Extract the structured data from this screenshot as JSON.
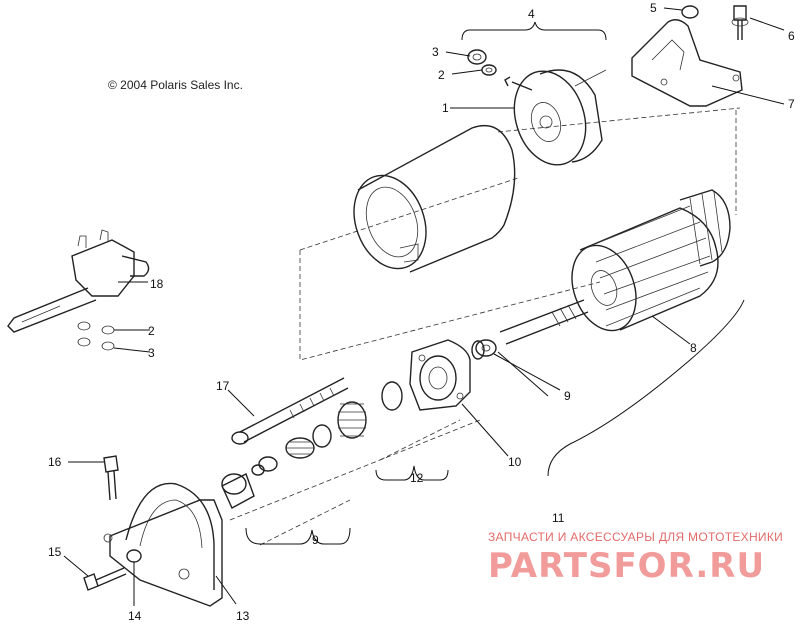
{
  "copyright": "© 2004 Polaris Sales Inc.",
  "callouts": {
    "c1": "1",
    "c2a": "2",
    "c2b": "2",
    "c3a": "3",
    "c3b": "3",
    "c4": "4",
    "c5": "5",
    "c6": "6",
    "c7": "7",
    "c8": "8",
    "c9a": "9",
    "c9b": "9",
    "c10": "10",
    "c11": "11",
    "c12": "12",
    "c13": "13",
    "c14": "14",
    "c15": "15",
    "c16": "16",
    "c17": "17",
    "c18": "18"
  },
  "watermark": {
    "tagline": "ЗАПЧАСТИ И АКСЕССУАРЫ ДЛЯ МОТОТЕХНИКИ",
    "logo": "PARTSFOR.RU",
    "color": "#e36a6a"
  }
}
